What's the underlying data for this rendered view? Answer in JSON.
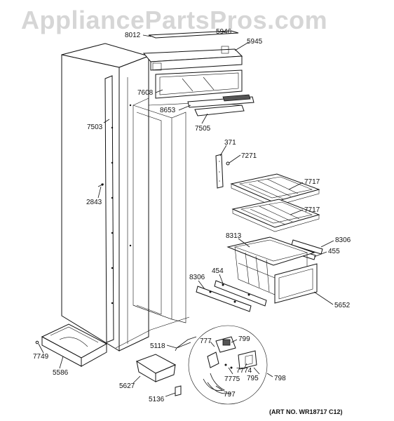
{
  "watermark": "AppliancePartsPros.com",
  "art_number": "(ART NO. WR18717 C12)",
  "callouts": {
    "c8012": "8012",
    "c5946": "5946",
    "c5945": "5945",
    "c7608": "7608",
    "c8653": "8653",
    "c7505": "7505",
    "c7503": "7503",
    "c371": "371",
    "c7271": "7271",
    "c2843": "2843",
    "c7717a": "7717",
    "c7717b": "7717",
    "c8313": "8313",
    "c8306a": "8306",
    "c455": "455",
    "c8306b": "8306",
    "c454": "454",
    "c5652": "5652",
    "c7749": "7749",
    "c5586": "5586",
    "c5118": "5118",
    "c777": "777",
    "c799": "799",
    "c7774": "7774",
    "c7775": "7775",
    "c795": "795",
    "c798": "798",
    "c5627": "5627",
    "c797": "797",
    "c5136": "5136"
  }
}
